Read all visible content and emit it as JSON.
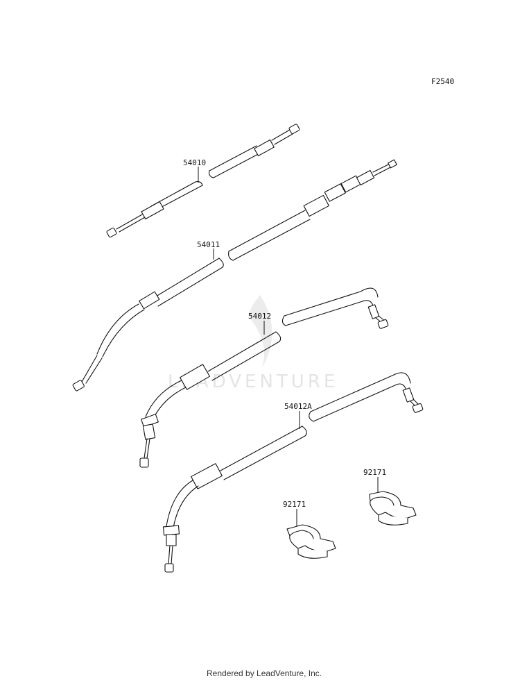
{
  "diagram": {
    "code": "F2540",
    "watermark": "LEADVENTURE",
    "footer": "Rendered by LeadVenture, Inc.",
    "callouts": {
      "p54010": "54010",
      "p54011": "54011",
      "p54012": "54012",
      "p54012a": "54012A",
      "p92171_right": "92171",
      "p92171_left": "92171"
    }
  }
}
